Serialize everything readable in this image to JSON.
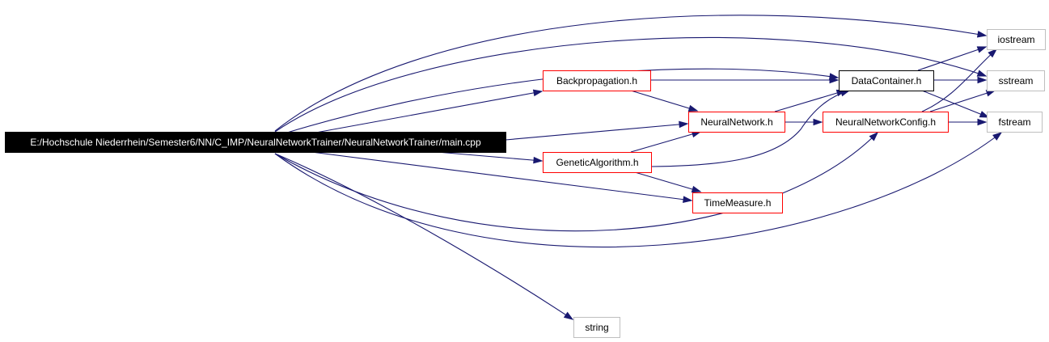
{
  "diagram": {
    "nodes": [
      {
        "id": "main",
        "label": "E:/Hochschule Niederrhein/Semester6/NN/C_IMP/NeuralNetworkTrainer/NeuralNetworkTrainer/main.cpp",
        "style": "root"
      },
      {
        "id": "backprop",
        "label": "Backpropagation.h",
        "style": "documented"
      },
      {
        "id": "neuralnet",
        "label": "NeuralNetwork.h",
        "style": "documented"
      },
      {
        "id": "genetic",
        "label": "GeneticAlgorithm.h",
        "style": "documented"
      },
      {
        "id": "timemeasure",
        "label": "TimeMeasure.h",
        "style": "documented"
      },
      {
        "id": "datacontainer",
        "label": "DataContainer.h",
        "style": "plain"
      },
      {
        "id": "nnconfig",
        "label": "NeuralNetworkConfig.h",
        "style": "documented"
      },
      {
        "id": "iostream",
        "label": "iostream",
        "style": "external"
      },
      {
        "id": "sstream",
        "label": "sstream",
        "style": "external"
      },
      {
        "id": "fstream",
        "label": "fstream",
        "style": "external"
      },
      {
        "id": "string",
        "label": "string",
        "style": "external"
      }
    ],
    "edges": [
      {
        "from": "main",
        "to": "iostream"
      },
      {
        "from": "main",
        "to": "sstream"
      },
      {
        "from": "main",
        "to": "datacontainer"
      },
      {
        "from": "main",
        "to": "backprop"
      },
      {
        "from": "main",
        "to": "neuralnet"
      },
      {
        "from": "main",
        "to": "genetic"
      },
      {
        "from": "main",
        "to": "timemeasure"
      },
      {
        "from": "main",
        "to": "nnconfig"
      },
      {
        "from": "main",
        "to": "fstream"
      },
      {
        "from": "main",
        "to": "string"
      },
      {
        "from": "backprop",
        "to": "datacontainer"
      },
      {
        "from": "backprop",
        "to": "neuralnet"
      },
      {
        "from": "genetic",
        "to": "neuralnet"
      },
      {
        "from": "genetic",
        "to": "datacontainer"
      },
      {
        "from": "genetic",
        "to": "timemeasure"
      },
      {
        "from": "neuralnet",
        "to": "datacontainer"
      },
      {
        "from": "neuralnet",
        "to": "nnconfig"
      },
      {
        "from": "datacontainer",
        "to": "iostream"
      },
      {
        "from": "datacontainer",
        "to": "sstream"
      },
      {
        "from": "datacontainer",
        "to": "fstream"
      },
      {
        "from": "nnconfig",
        "to": "iostream"
      },
      {
        "from": "nnconfig",
        "to": "sstream"
      },
      {
        "from": "nnconfig",
        "to": "fstream"
      }
    ]
  },
  "colors": {
    "edge": "#191970",
    "root_fill": "#000000",
    "root_text": "#ffffff",
    "documented_border": "#ff0000",
    "plain_border": "#000000",
    "external_border": "#bfbfbf",
    "node_text": "#000000"
  }
}
